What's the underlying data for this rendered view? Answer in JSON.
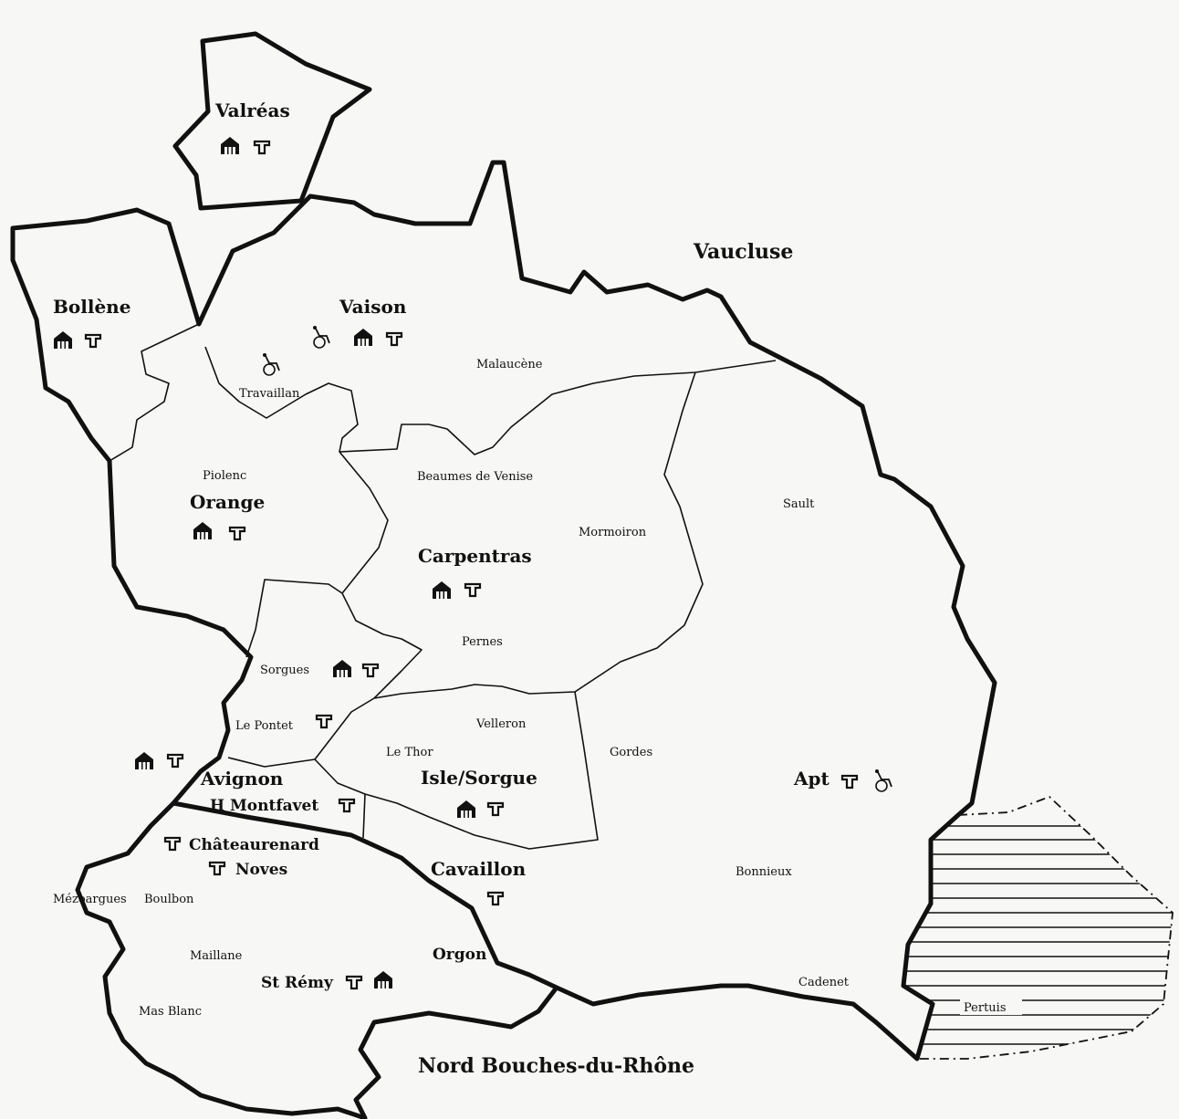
{
  "titles": {
    "vaucluse": "Vaucluse",
    "nord": "Nord Bouches-du-Rhône"
  },
  "towns_major": {
    "valreas": "Valréas",
    "bollene": "Bollène",
    "vaison": "Vaison",
    "orange": "Orange",
    "carpentras": "Carpentras",
    "avignon": "Avignon",
    "montfavet": "H Montfavet",
    "isle_sorgue": "Isle/Sorgue",
    "chateaurenard": "Châteaurenard",
    "noves": "Noves",
    "cavaillon": "Cavaillon",
    "orgon": "Orgon",
    "st_remy": "St Rémy",
    "apt": "Apt"
  },
  "towns_minor": {
    "malaucene": "Malaucène",
    "travaillan": "Travaillan",
    "piolenc": "Piolenc",
    "beaumes": "Beaumes de Venise",
    "mormoiron": "Mormoiron",
    "sault": "Sault",
    "pernes": "Pernes",
    "sorgues": "Sorgues",
    "le_pontet": "Le Pontet",
    "velleron": "Velleron",
    "le_thor": "Le Thor",
    "gordes": "Gordes",
    "bonnieux": "Bonnieux",
    "mezoargues": "Mézoargues",
    "boulbon": "Boulbon",
    "maillane": "Maillane",
    "mas_blanc": "Mas Blanc",
    "cadenet": "Cadenet",
    "pertuis": "Pertuis"
  },
  "icons": {
    "building": "house-icon",
    "pipe": "tee-icon",
    "wheelchair": "wheelchair-icon"
  }
}
